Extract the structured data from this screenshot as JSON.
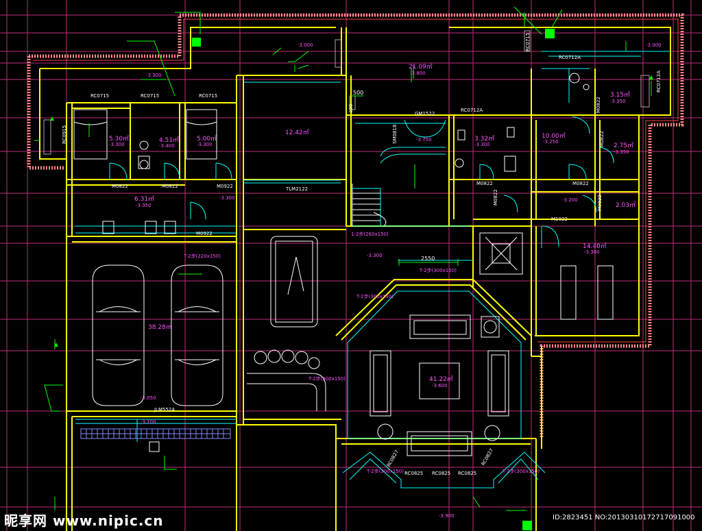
{
  "watermark": {
    "brand": "昵享网",
    "site": "www.nipic.cn"
  },
  "image_id": "ID:2823451 NO:20130310172717091000",
  "rooms": {
    "bed1": {
      "name": "",
      "area": "5.30㎡",
      "elev": "-3.300"
    },
    "bath1": {
      "name": "",
      "area": "4.51㎡",
      "elev": "-3.400"
    },
    "bed2": {
      "name": "",
      "area": "5.00㎡",
      "elev": "-3.300"
    },
    "laundry": {
      "name": "",
      "area": "6.31㎡",
      "elev": "-3.350"
    },
    "garage": {
      "name": "",
      "area": "38.28㎡",
      "elev": ""
    },
    "hall": {
      "name": "",
      "area": "12.42㎡",
      "elev": ""
    },
    "equip": {
      "name": "",
      "area": "21.09㎡",
      "elev": "-3.800"
    },
    "bath2": {
      "name": "",
      "area": "3.32㎡",
      "elev": "-3.300"
    },
    "bath3": {
      "name": "",
      "area": "10.00㎡",
      "elev": "-3.250"
    },
    "store1": {
      "name": "",
      "area": "3.15㎡",
      "elev": "-3.350"
    },
    "store2": {
      "name": "",
      "area": "2.75㎡",
      "elev": "-3.350"
    },
    "store3": {
      "name": "",
      "area": "2.03㎡",
      "elev": ""
    },
    "gym": {
      "name": "",
      "area": "14.40㎡",
      "elev": "-3.300"
    },
    "living": {
      "name": "",
      "area": "41.22㎡",
      "elev": "-3.600"
    },
    "billiard": {
      "name": "",
      "area": "",
      "elev": "-3.300"
    },
    "bar": {
      "name": "",
      "area": "",
      "elev": ""
    },
    "elevator": {
      "name": "",
      "area": "",
      "elev": ""
    }
  },
  "codes": {
    "rc0715a": "RC0715",
    "rc0715b": "RC0715",
    "rc0715c": "RC0715",
    "rc0712a": "RC0712A",
    "rc0712b": "RC0712A",
    "gm1522": "GM1522",
    "m0822a": "M0822",
    "m0822b": "M0822",
    "m0922": "M0922",
    "m0822c": "M0822",
    "m0822d": "M0822",
    "m0822e": "M0822",
    "m0822f": "M0822",
    "m1022": "M1022",
    "m0922b": "M0922",
    "tlm2122": "TLM2122",
    "jlm5524": "JLM5524",
    "rc0825a": "RC0825",
    "rc0825b": "RC0825",
    "rc0825c": "RC0825",
    "rc0915": "RC0915",
    "rc0712v": "RC0712A",
    "sm0818": "SM0818",
    "m0822v": "M0822",
    "m0822w": "M0822",
    "rc0715v": "RC0715",
    "rc0827a": "RC0827",
    "rc0827b": "RC0827"
  },
  "dims": {
    "d2550": "2550",
    "d500": "500",
    "d300": "300",
    "e3050": "-3.050",
    "e3100": "-3.100",
    "e3750": "-3.750",
    "e3000a": "-3.000",
    "e3000b": "-3.000",
    "e3300a": "-3.300",
    "e3300b": "-3.300",
    "e3200": "-3.200",
    "e3900": "-3.900"
  },
  "steps": {
    "s1": "1-2步(260x150)",
    "s2": "T-2步(220x150)",
    "s3": "T-2步(300x150)",
    "s4": "T-2步(300x150)",
    "s5": "T-2步(300x150)",
    "s6": "T-2步(300x150)",
    "s7": "T-2步(300x150)"
  },
  "colors": {
    "bg": "#000000",
    "grid": "#c0307a",
    "wall": "#ffff00",
    "thin": "#ffffff",
    "cyan": "#00ffff",
    "green": "#00ff00",
    "magenta": "#ff55ff",
    "hatch": "#ff8888"
  }
}
